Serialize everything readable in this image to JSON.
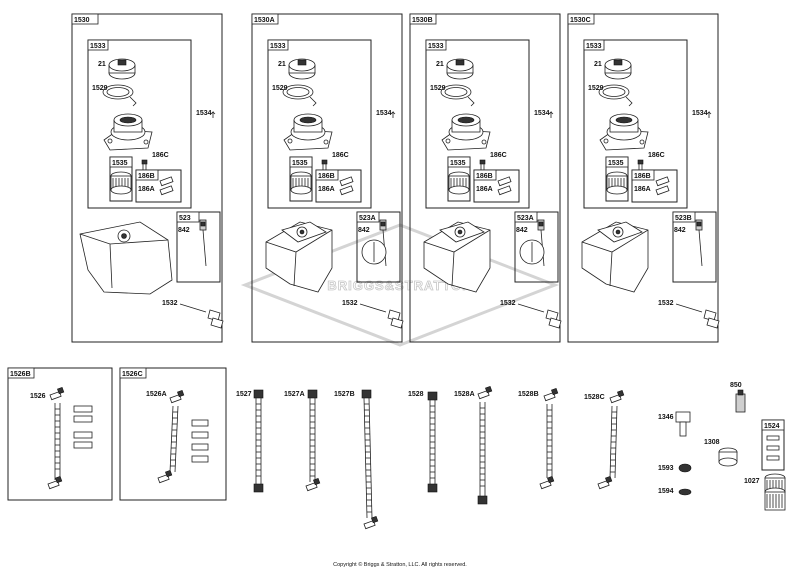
{
  "panels": [
    {
      "id": "1530",
      "sub": "1533",
      "label_21": "21",
      "label_1529": "1529",
      "label_1534": "1534",
      "label_186c": "186C",
      "label_1535": "1535",
      "label_186b": "186B",
      "label_186a": "186A",
      "label_523": "523",
      "label_842": "842",
      "label_1532": "1532"
    },
    {
      "id": "1530A",
      "sub": "1533",
      "label_21": "21",
      "label_1529": "1529",
      "label_1534": "1534",
      "label_186c": "186C",
      "label_1535": "1535",
      "label_186b": "186B",
      "label_186a": "186A",
      "label_523": "523A",
      "label_842": "842",
      "label_1532": "1532"
    },
    {
      "id": "1530B",
      "sub": "1533",
      "label_21": "21",
      "label_1529": "1529",
      "label_1534": "1534",
      "label_186c": "186C",
      "label_1535": "1535",
      "label_186b": "186B",
      "label_186a": "186A",
      "label_523": "523A",
      "label_842": "842",
      "label_1532": "1532"
    },
    {
      "id": "1530C",
      "sub": "1533",
      "label_21": "21",
      "label_1529": "1529",
      "label_1534": "1534",
      "label_186c": "186C",
      "label_1535": "1535",
      "label_186b": "186B",
      "label_186a": "186A",
      "label_523": "523B",
      "label_842": "842",
      "label_1532": "1532"
    }
  ],
  "bottom": {
    "box_1526b": "1526B",
    "label_1526": "1526",
    "box_1526c": "1526C",
    "label_1526a": "1526A",
    "label_1527": "1527",
    "label_1527a": "1527A",
    "label_1527b": "1527B",
    "label_1528": "1528",
    "label_1528a": "1528A",
    "label_1528b": "1528B",
    "label_1528c": "1528C",
    "label_1346": "1346",
    "label_850": "850",
    "label_1308": "1308",
    "label_1593": "1593",
    "label_1594": "1594",
    "label_1524": "1524",
    "label_1027": "1027",
    "tag_1524_inner": "1524"
  },
  "watermark": "BRIGGS&STRATTON",
  "copyright": "Copyright © Briggs & Stratton, LLC. All rights reserved."
}
